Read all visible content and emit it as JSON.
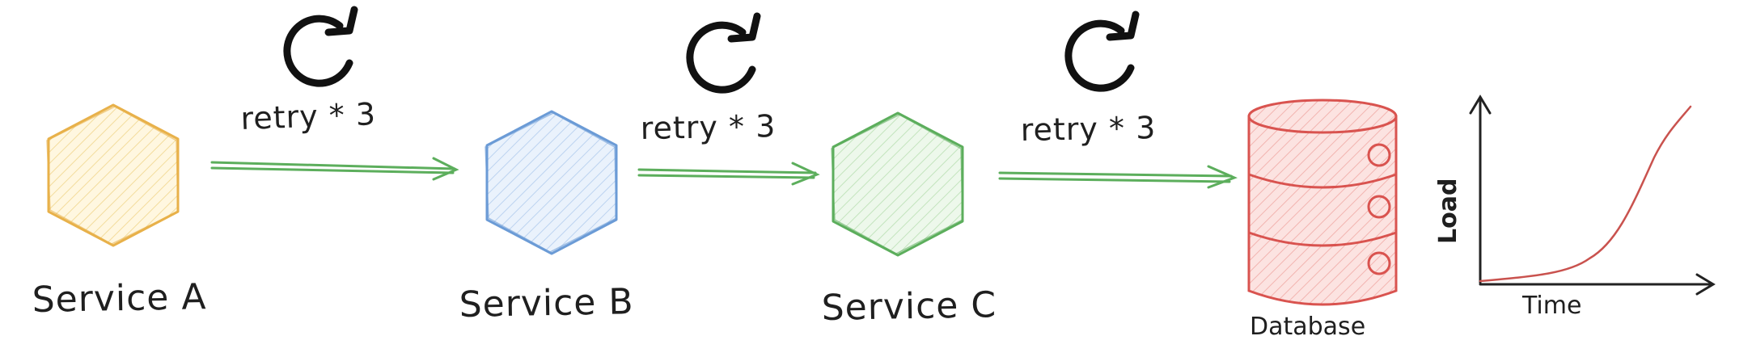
{
  "services": [
    {
      "label": "Service A",
      "color": "#e8b14a",
      "fill": "#fff6dc"
    },
    {
      "label": "Service B",
      "color": "#6b9bd6",
      "fill": "#e8f1fb"
    },
    {
      "label": "Service C",
      "color": "#5cae5c",
      "fill": "#ecf7ea"
    }
  ],
  "database": {
    "label": "Database",
    "color": "#d9534f",
    "fill": "#fbe1df"
  },
  "retries": [
    {
      "label": "retry * 3",
      "icon": "refresh-icon"
    },
    {
      "label": "retry * 3",
      "icon": "refresh-icon"
    },
    {
      "label": "retry * 3",
      "icon": "refresh-icon"
    }
  ],
  "arrow_color": "#5cae5c",
  "load_chart": {
    "xlabel": "Time",
    "ylabel": "Load",
    "curve_color": "#c9524e",
    "shape": "exponential"
  }
}
